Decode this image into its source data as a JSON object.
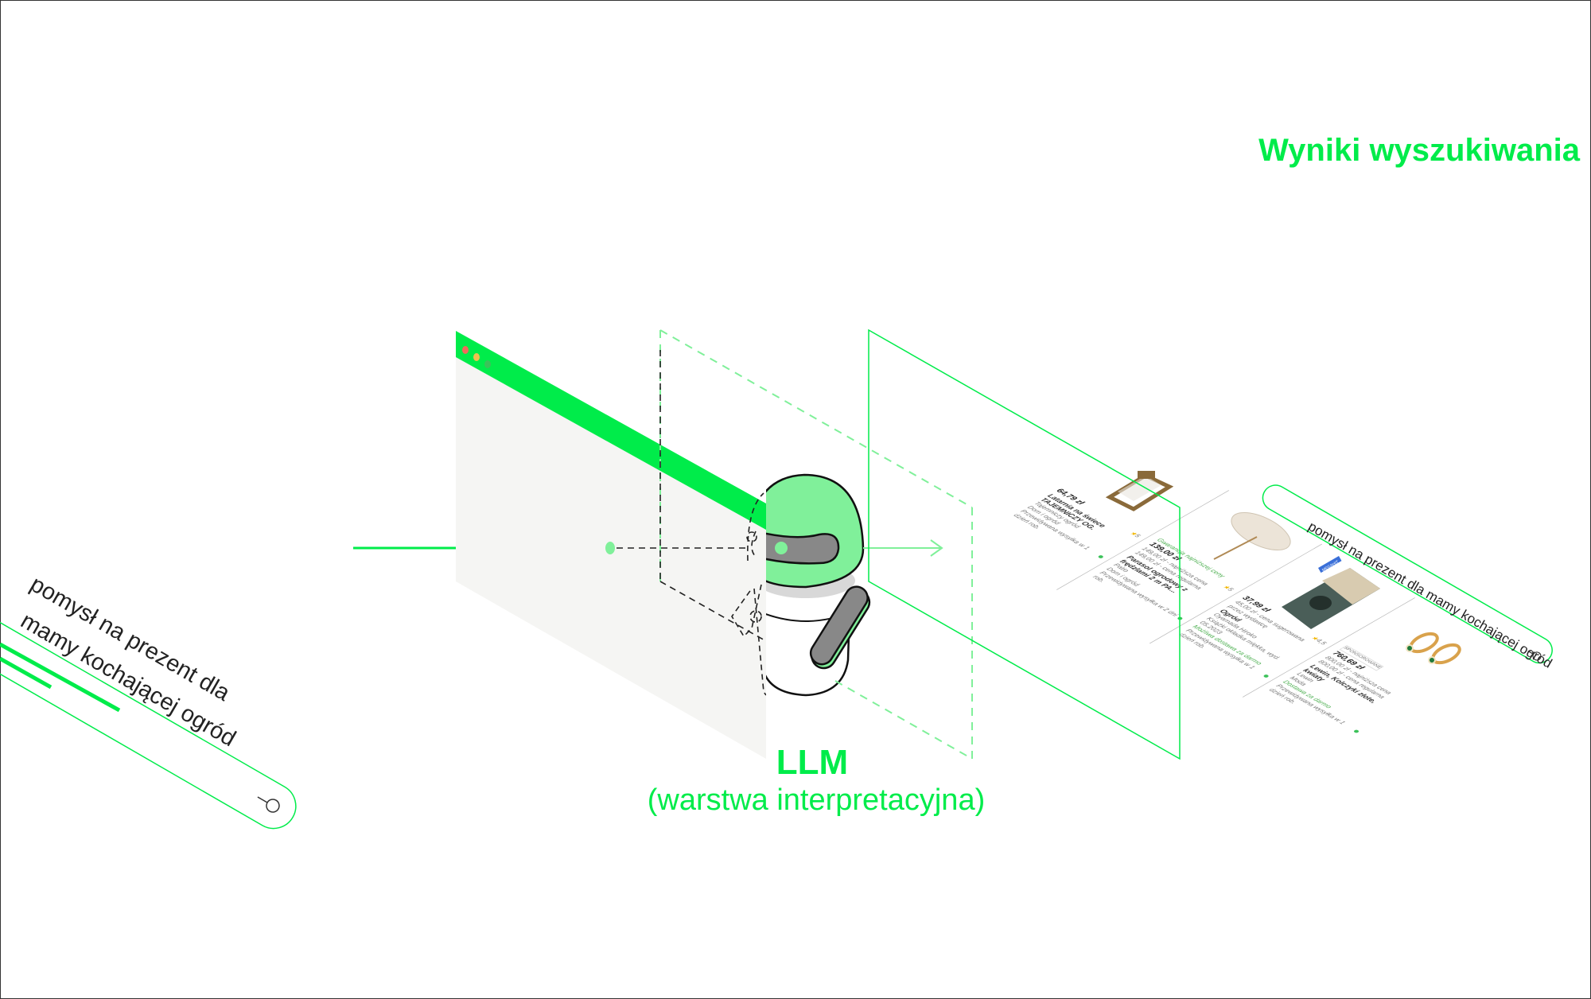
{
  "colors": {
    "accent": "#00ec4a",
    "accent_light": "#80f09a",
    "panel": "#f5f5f3",
    "visor": "#888888"
  },
  "left_query": {
    "line1": "pomysł na prezent dla",
    "line2": "mamy kochającej ogród",
    "icon": "search-icon"
  },
  "llm": {
    "title": "LLM",
    "subtitle": "(warstwa interpretacyjna)"
  },
  "results": {
    "title": "Wyniki wyszukiwania",
    "query": "pomysł na prezent dla mamy kochającej ogród",
    "products": [
      {
        "price": "64,79 zł",
        "title": "Latarnia na świece TAJEMNICZY OG.",
        "brand": "Tajemniczy ogród",
        "category": "Dom i ogród",
        "shipping": "Przewidywana wysyłka w 1 dzień rob.",
        "rating": "5"
      },
      {
        "promo": "Gwarancja najniższej ceny",
        "price": "139,00 zł",
        "lowest": "149,00 zł - najniższa cena",
        "regular": "149,00 zł - cena regularna",
        "title": "Parasol ogrodowy z frędzlami 2 m PA...",
        "brand": "Patio",
        "category": "Dom i ogród",
        "shipping": "Przewidywana wysyłka w 2 dni rob.",
        "rating": "5"
      },
      {
        "badge": "MEGAHIT",
        "price": "37,99 zł",
        "suggested": "45,00 zł - cena sugerowana przez wydawcę",
        "title": "Ogród",
        "author": "Oyamada Hiroko",
        "format": "Książki okładka miękka, wyd. 05.2023",
        "delivery": "Możliwa dostawa za darmo",
        "shipping": "Przewidywana wysyłka w 1 dzień rob.",
        "rating": "4,5"
      },
      {
        "badge": "SPONSOROWANE",
        "price": "760,69 zł",
        "lowest": "800,00 zł - najniższa cena",
        "regular": "800,00 zł - cena regularna",
        "title": "Lewin, Kolczyki złote, kwiaty",
        "brand": "Lewin",
        "category": "Moda",
        "delivery": "Dostawa za darmo",
        "shipping": "Przewidywana wysyłka w 1 dzień rob."
      }
    ]
  }
}
